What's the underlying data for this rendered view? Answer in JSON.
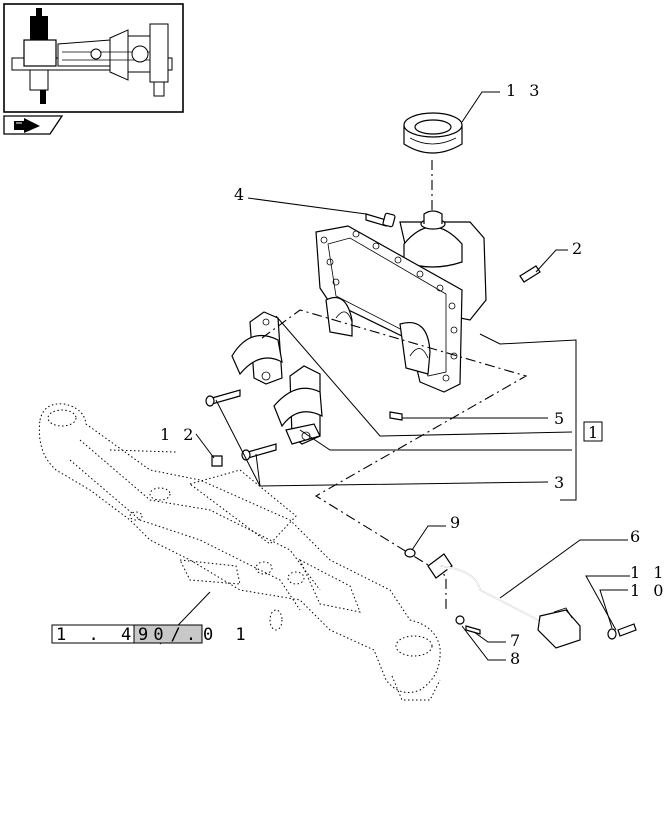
{
  "callouts": [
    {
      "id": "13",
      "label": "1 3"
    },
    {
      "id": "4",
      "label": "4"
    },
    {
      "id": "2",
      "label": "2"
    },
    {
      "id": "12",
      "label": "1 2"
    },
    {
      "id": "5",
      "label": "5"
    },
    {
      "id": "1",
      "label": "1"
    },
    {
      "id": "3",
      "label": "3"
    },
    {
      "id": "9",
      "label": "9"
    },
    {
      "id": "6",
      "label": "6"
    },
    {
      "id": "11",
      "label": "1 1"
    },
    {
      "id": "10",
      "label": "1 0"
    },
    {
      "id": "7",
      "label": "7"
    },
    {
      "id": "8",
      "label": "8"
    }
  ],
  "reference": {
    "prefix": "1 . 4 0 .",
    "suffix": "9 / 0 1"
  },
  "icons": {
    "thumbnail": "axle-thumbnail-icon",
    "nav": "next-page-arrow-icon"
  },
  "colors": {
    "line": "#000000",
    "reference_box_fill": "#c8c8c8",
    "background": "#ffffff"
  }
}
